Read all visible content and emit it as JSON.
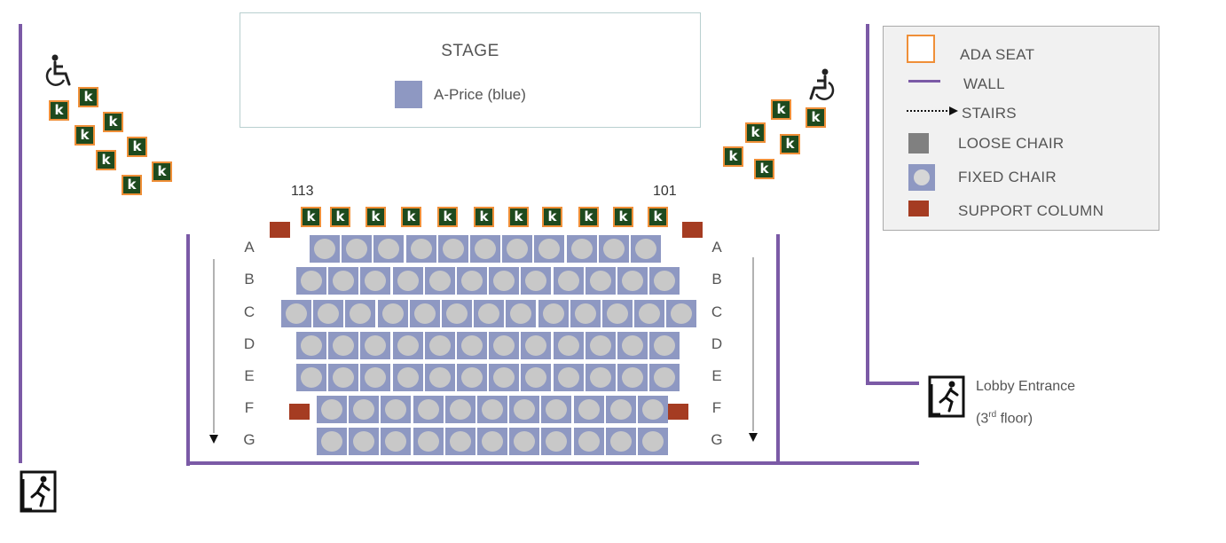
{
  "stage": {
    "title": "STAGE",
    "price_label": "A-Price (blue)"
  },
  "seat_numbers": {
    "left": "113",
    "right": "101"
  },
  "rows": [
    "A",
    "B",
    "C",
    "D",
    "E",
    "F",
    "G"
  ],
  "ada_mark": "k",
  "legend": [
    {
      "key": "ada",
      "label": "ADA SEAT"
    },
    {
      "key": "wall",
      "label": "WALL"
    },
    {
      "key": "stairs",
      "label": "STAIRS"
    },
    {
      "key": "loose",
      "label": "LOOSE CHAIR"
    },
    {
      "key": "fixed",
      "label": "FIXED CHAIR"
    },
    {
      "key": "column",
      "label": "SUPPORT COLUMN"
    }
  ],
  "lobby": {
    "line1": "Lobby Entrance",
    "line2_num": "(3",
    "line2_sup": "rd",
    "line2_rest": " floor)"
  },
  "icons": {
    "wheelchair": "wheelchair-icon",
    "exit": "emergency-exit-icon"
  },
  "colors": {
    "wall": "#7b5aa6",
    "ada_fill": "#1e4a1e",
    "ada_border": "#ef8f38",
    "fixed_chair": "#8e98c2",
    "seat_dot": "#c8c8c8",
    "support_column": "#a53c22",
    "loose_chair": "#808080"
  }
}
